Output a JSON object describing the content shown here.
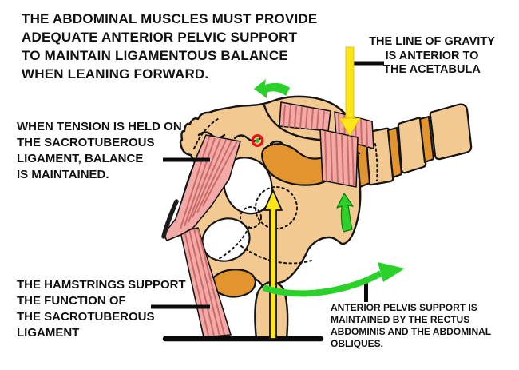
{
  "colors": {
    "bone": "#F3C992",
    "boneDark": "#E2952F",
    "muscle": "#F3A9A6",
    "muscleStripe": "#C96B68",
    "green": "#2BD12B",
    "yellow": "#FFE61A",
    "markerRed": "#E81515",
    "markerGreen": "#2BBF2B",
    "ink": "#111111"
  },
  "labels": {
    "heading": {
      "lines": [
        "THE ABDOMINAL MUSCLES MUST PROVIDE",
        "ADEQUATE ANTERIOR PELVIC SUPPORT",
        "TO MAINTAIN LIGAMENTOUS BALANCE",
        "WHEN LEANING FORWARD."
      ]
    },
    "gravity": {
      "lines": [
        "THE LINE OF GRAVITY",
        "IS ANTERIOR TO",
        "THE ACETABULA"
      ]
    },
    "tension": {
      "lines": [
        "WHEN TENSION IS HELD ON",
        "THE SACROTUBEROUS",
        "LIGAMENT, BALANCE",
        "IS MAINTAINED."
      ]
    },
    "hamstrings": {
      "lines": [
        "THE HAMSTRINGS SUPPORT",
        "THE FUNCTION OF",
        "THE SACROTUBEROUS",
        "LIGAMENT"
      ]
    },
    "anterior_support": {
      "lines": [
        "ANTERIOR PELVIS SUPPORT IS",
        "MAINTAINED BY THE RECTUS",
        "ABDOMINIS AND THE ABDOMINAL",
        "OBLIQUES."
      ]
    }
  },
  "figure": {
    "arrows": [
      {
        "name": "line-of-gravity-down-arrow",
        "color": "#FFE61A"
      },
      {
        "name": "line-of-gravity-up-arrow",
        "color": "#FFE61A"
      },
      {
        "name": "lean-forward-arrow",
        "color": "#2BD12B"
      },
      {
        "name": "posterior-rotation-arrow",
        "color": "#2BD12B"
      },
      {
        "name": "anterior-support-arrow",
        "color": "#2BD12B"
      }
    ],
    "marker": {
      "name": "balance-point-marker",
      "ring_color": "#E81515",
      "dot_color": "#2BBF2B"
    }
  }
}
